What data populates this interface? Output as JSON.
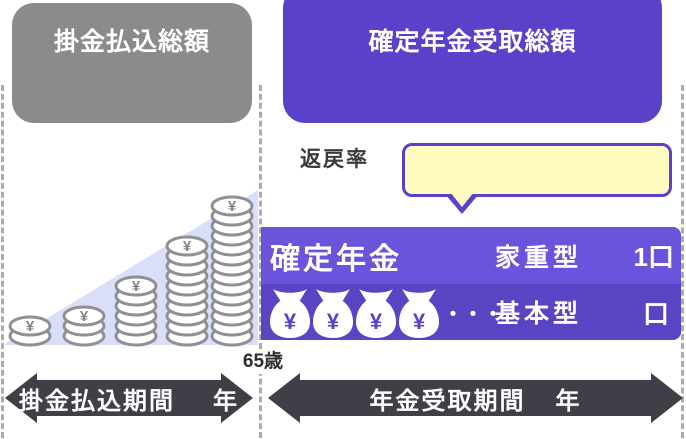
{
  "colors": {
    "accent-purple": "#5B40C9",
    "bar-weighted": "#6C53DB",
    "bar-basic": "#5A44C4",
    "box-gray": "#8B8B8B",
    "arrow-gray": "#3F3F48",
    "bubble-fill": "#FFFBC0",
    "triangle-fill": "#D9DFF8",
    "coin-outline": "#8F8F94",
    "dash-gray": "#ABABAB"
  },
  "premium_box": {
    "label": "掛金払込総額"
  },
  "annuity_box": {
    "label": "確定年金受取総額"
  },
  "return_rate": {
    "label": "返戻率",
    "bubble_text": ""
  },
  "rows": {
    "fixed": {
      "name": "確定年金",
      "type": "家重型",
      "units": "1口"
    },
    "basic": {
      "type": "基本型",
      "units": "口",
      "bag_count": 4,
      "ellipsis": "・・・"
    }
  },
  "age_marker": {
    "label": "65歳"
  },
  "arrows": {
    "premium": {
      "label": "掛金払込期間",
      "unit": "年"
    },
    "annuity": {
      "label": "年金受取期間",
      "unit": "年"
    }
  },
  "growth_graphic": {
    "coin_stacks": [
      2,
      3,
      6,
      10,
      14
    ],
    "coin_symbol": "¥"
  }
}
